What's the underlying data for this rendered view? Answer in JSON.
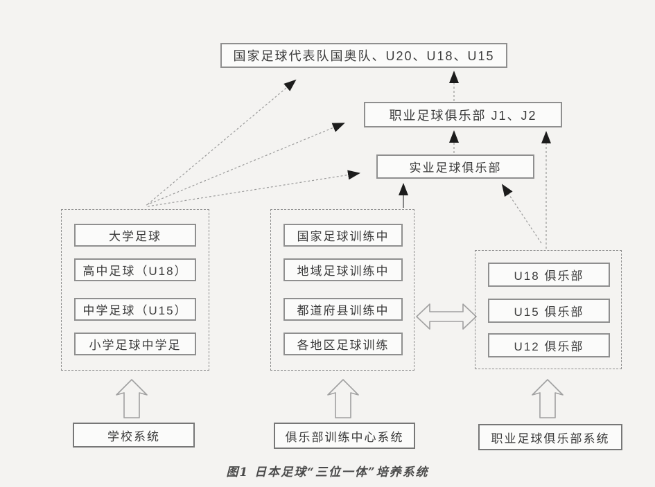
{
  "diagram": {
    "national_team_box": "国家足球代表队国奥队、U20、U18、U15",
    "professional_club_box": "职业足球俱乐部 J1、J2",
    "industrial_club_box": "实业足球俱乐部",
    "school_group": {
      "items": [
        "大学足球",
        "高中足球（U18）",
        "中学足球（U15）",
        "小学足球中学足"
      ],
      "system_label": "学校系统"
    },
    "training_group": {
      "items": [
        "国家足球训练中",
        "地域足球训练中",
        "都道府县训练中",
        "各地区足球训练"
      ],
      "system_label": "俱乐部训练中心系统"
    },
    "pro_club_group": {
      "items": [
        "U18 俱乐部",
        "U15 俱乐部",
        "U12 俱乐部"
      ],
      "system_label": "职业足球俱乐部系统"
    },
    "caption": "图1  日本足球“三位一体”培养系统"
  },
  "colors": {
    "background": "#f4f3f1",
    "box_fill": "#fbfbfa",
    "box_border": "#8f8f8f",
    "text": "#3b3b3b",
    "arrowhead": "#1c1c1c",
    "dashed_line": "#9a9a9a",
    "hollow_arrow_outline": "#a0a0a0"
  }
}
